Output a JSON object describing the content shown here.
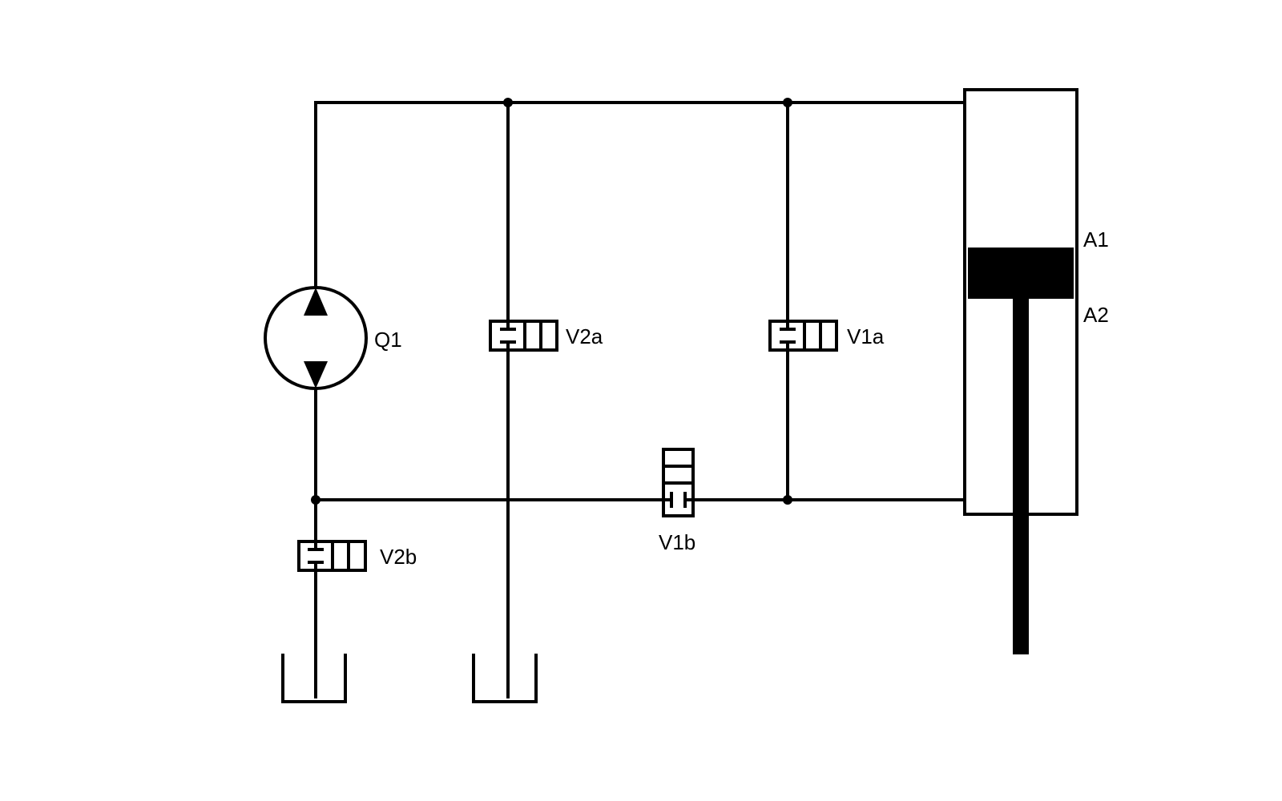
{
  "labels": {
    "pump": "Q1",
    "valve_v2a": "V2a",
    "valve_v1a": "V1a",
    "valve_v2b": "V2b",
    "valve_v1b": "V1b",
    "area_a1": "A1",
    "area_a2": "A2"
  },
  "components": [
    {
      "id": "Q1",
      "type": "bidirectional-pump"
    },
    {
      "id": "V2a",
      "type": "valve"
    },
    {
      "id": "V1a",
      "type": "valve"
    },
    {
      "id": "V2b",
      "type": "valve"
    },
    {
      "id": "V1b",
      "type": "valve"
    },
    {
      "id": "cylinder",
      "type": "hydraulic-cylinder"
    },
    {
      "id": "tank-1",
      "type": "tank"
    },
    {
      "id": "tank-2",
      "type": "tank"
    }
  ],
  "colors": {
    "line": "#000000",
    "background": "#ffffff"
  }
}
